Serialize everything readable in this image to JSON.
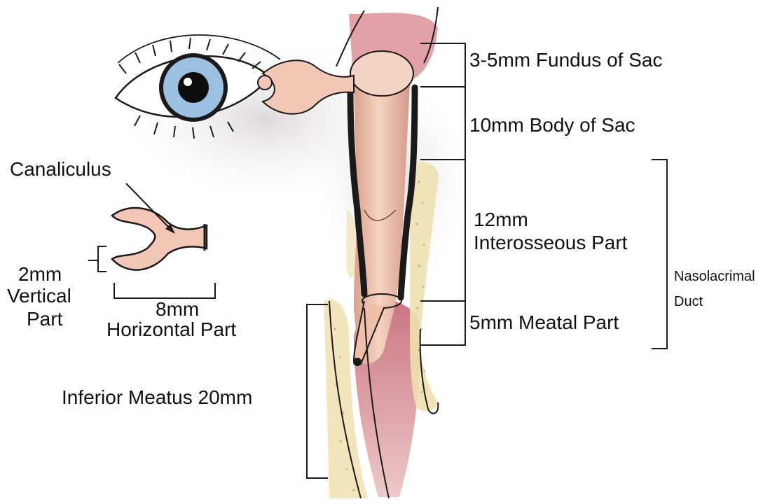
{
  "labels": {
    "fundus": "3-5mm Fundus of Sac",
    "body": "10mm Body of Sac",
    "interosseous_line1": "12mm",
    "interosseous_line2": "Interosseous Part",
    "meatal": "5mm Meatal Part",
    "duct_line1": "Nasolacrimal",
    "duct_line2": "Duct",
    "canaliculus": "Canaliculus",
    "vertical_line1": "2mm",
    "vertical_line2": "Vertical",
    "vertical_line3": "Part",
    "horizontal_line1": "8mm",
    "horizontal_line2": "Horizontal Part",
    "inferior_meatus": "Inferior Meatus 20mm"
  },
  "colors": {
    "iris": "#9cc0e0",
    "duct_fill": "#efc2ae",
    "mucosa": "#d98a8f",
    "bone": "#f1e3b8",
    "skin_shadow": "#e2dedf",
    "outline": "#1a1a1a"
  }
}
